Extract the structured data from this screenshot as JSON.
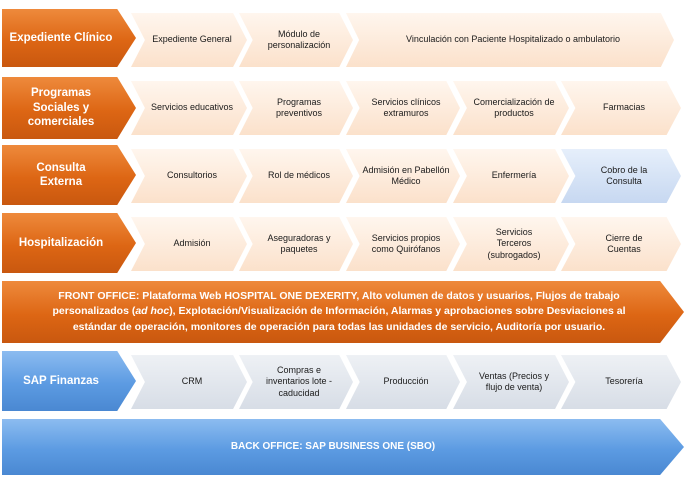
{
  "rows": [
    {
      "header": "Expediente Clínico",
      "items": [
        "Expediente General",
        "Módulo de personalización",
        "Vinculación con Paciente Hospitalizado o ambulatorio"
      ]
    },
    {
      "header": "Programas Sociales y comerciales",
      "items": [
        "Servicios educativos",
        "Programas preventivos",
        "Servicios clínicos extramuros",
        "Comercialización de productos",
        "Farmacias"
      ]
    },
    {
      "header": "Consulta Externa",
      "items": [
        "Consultorios",
        "Rol de médicos",
        "Admisión en Pabellón Médico",
        "Enfermería",
        "Cobro de la Consulta"
      ]
    },
    {
      "header": "Hospitalización",
      "items": [
        "Admisión",
        "Aseguradoras y paquetes",
        "Servicios propios como Quirófanos",
        "Servicios Terceros (subrogados)",
        "Cierre de Cuentas"
      ]
    },
    {
      "header": "SAP Finanzas",
      "items": [
        "CRM",
        "Compras e inventarios lote - caducidad",
        "Producción",
        "Ventas (Precios y flujo de venta)",
        "Tesorería"
      ]
    }
  ],
  "front_office": {
    "part1": "FRONT OFFICE: Plataforma Web HOSPITAL ONE DEXERITY, Alto volumen de datos y usuarios, Flujos de trabajo personalizados (",
    "italic": "ad hoc",
    "part2": "), Explotación/Visualización de Información, Alarmas y aprobaciones sobre Desviaciones al estándar de  operación, monitores de operación para todas las unidades de servicio, Auditoría por usuario."
  },
  "back_office": "BACK OFFICE: SAP BUSINESS ONE (SBO)",
  "colors": {
    "orange": "#dd6614",
    "blue": "#5c9be2",
    "peach": "#fbe1cb",
    "gray": "#d7dde6",
    "light_blue": "#c7d8f1"
  }
}
